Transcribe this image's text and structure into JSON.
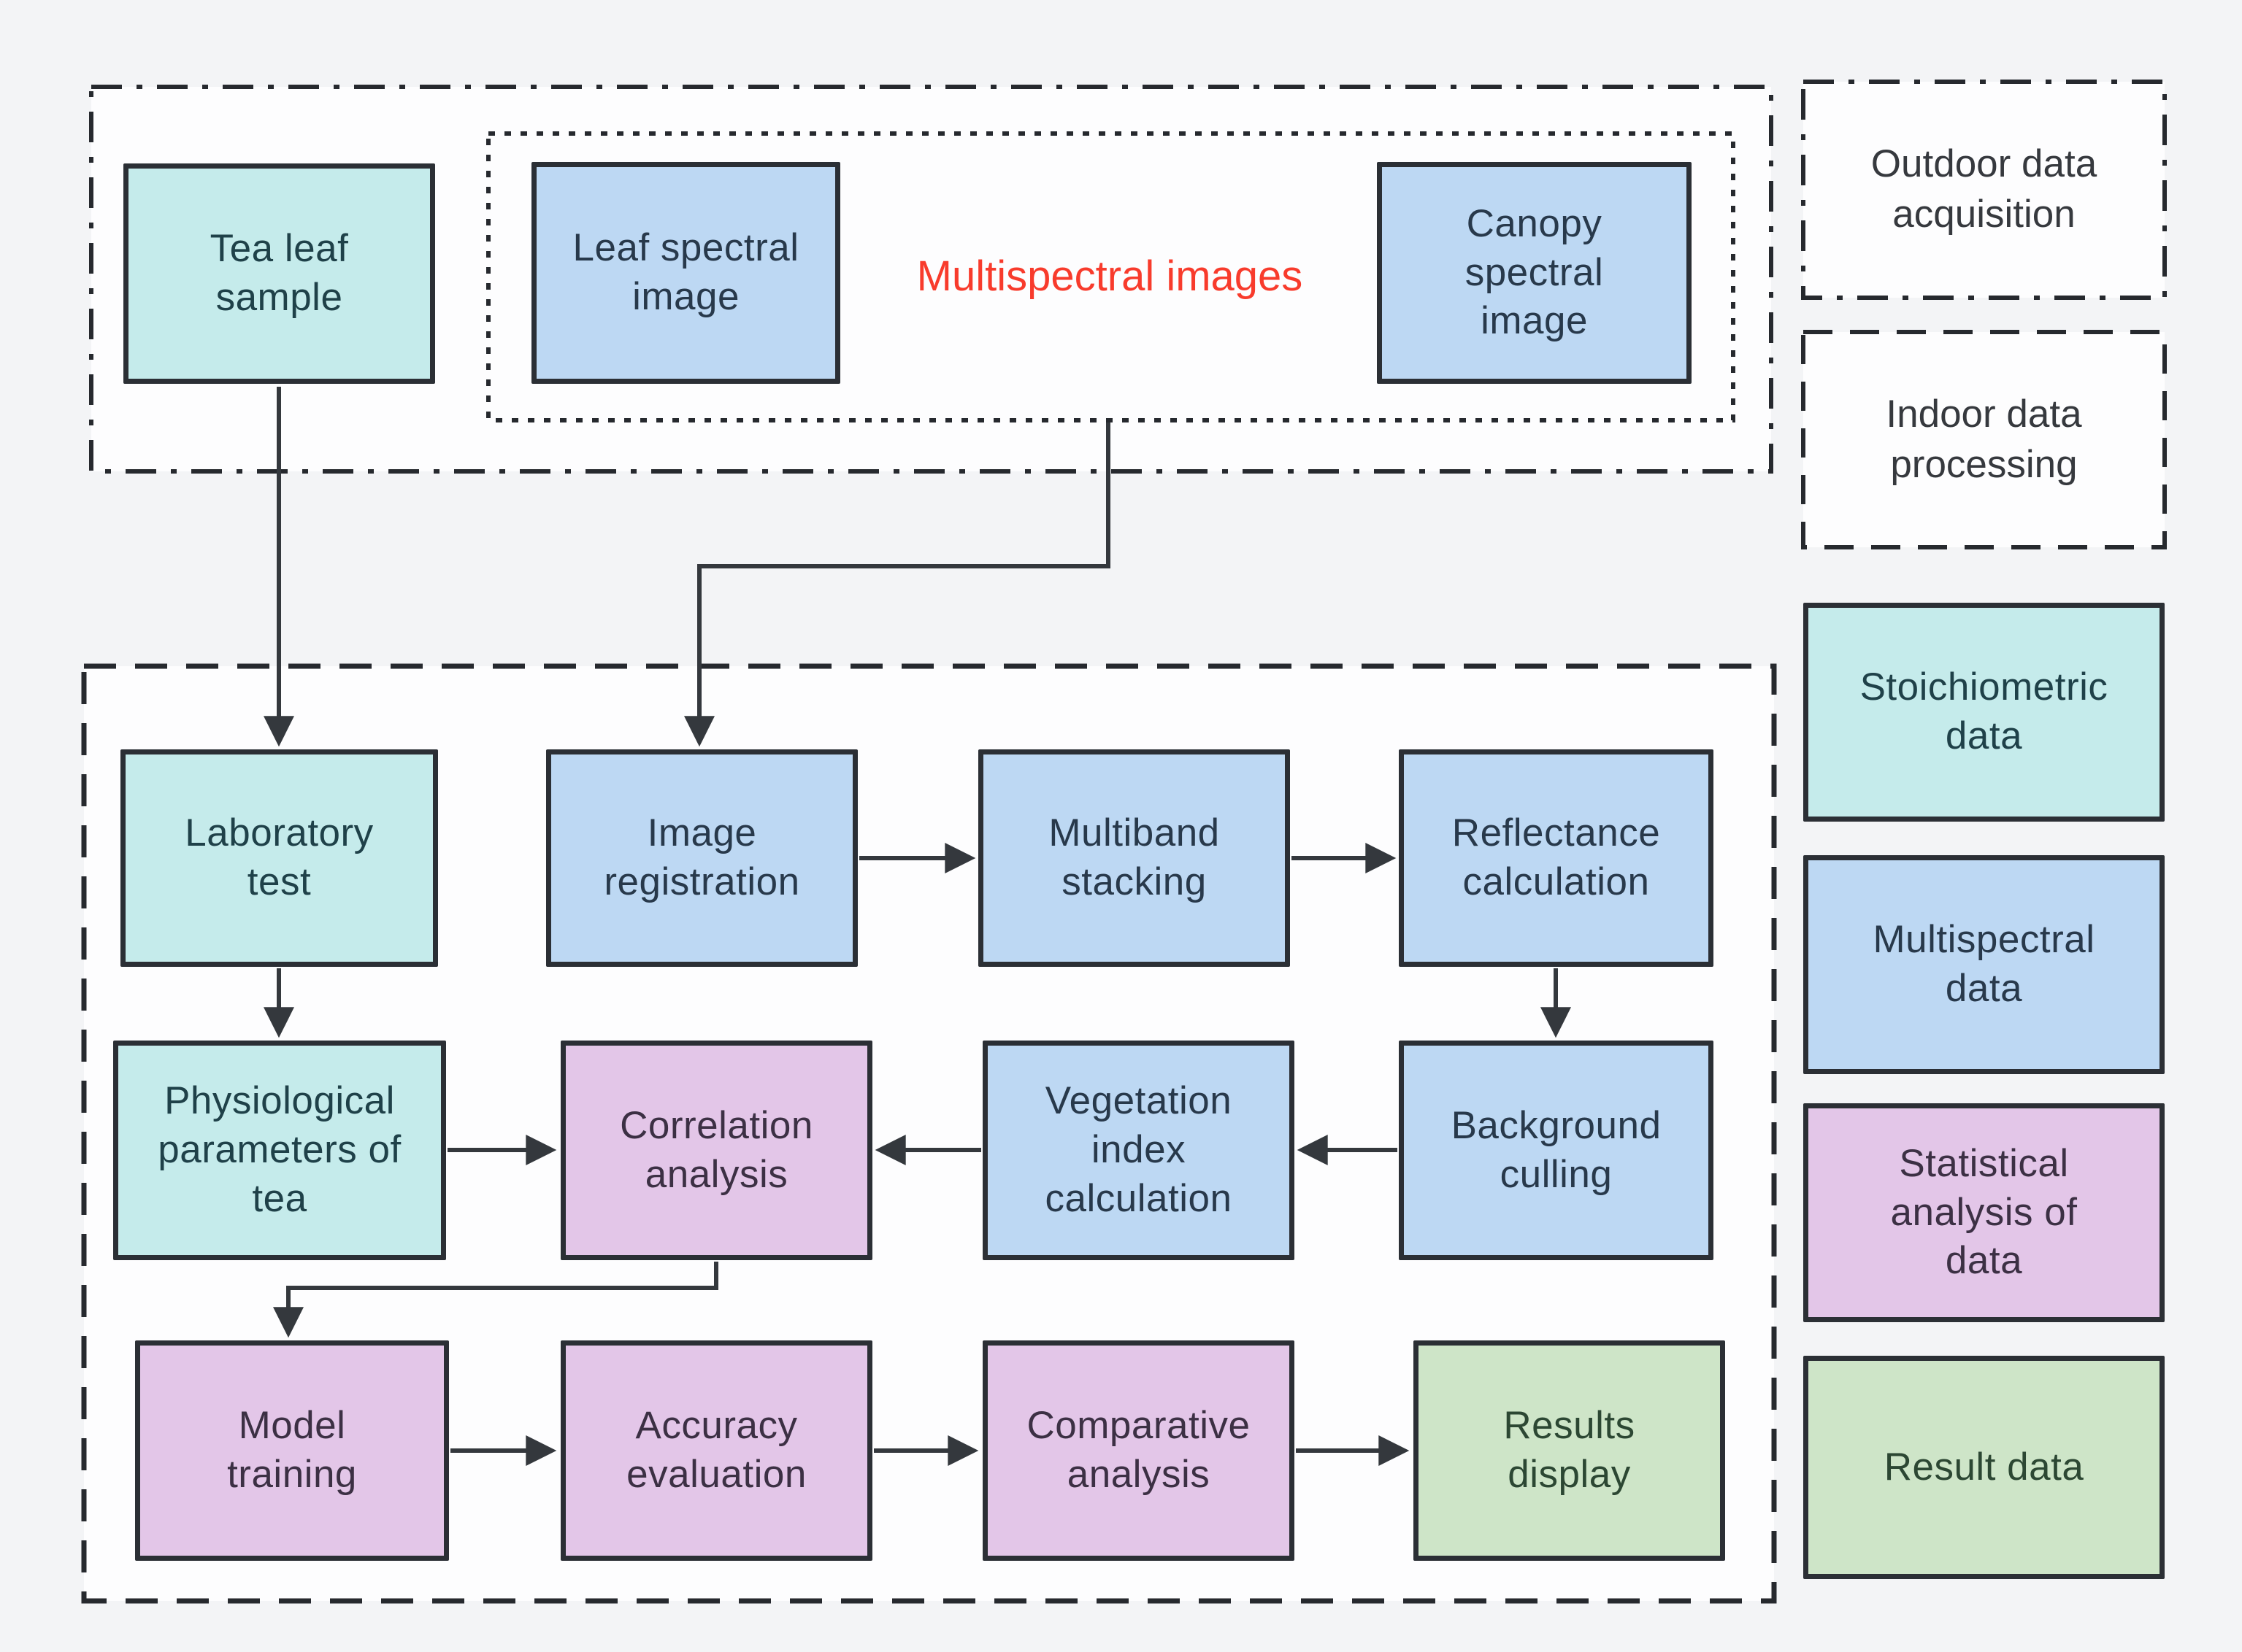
{
  "colors": {
    "background": "#f3f4f6",
    "container_fill": "#fdfdfe",
    "outline_dark": "#2b2f35",
    "arrow": "#34383d",
    "cyan": "#c5ebeb",
    "blue": "#bdd8f3",
    "purple": "#e3c6e8",
    "green": "#cee5c8",
    "red_caption": "#f83b2c",
    "cyan_text": "#1f4149",
    "blue_text": "#28394b",
    "purple_text": "#3c3044",
    "green_text": "#2c4733",
    "legend_text": "#36393e"
  },
  "top_group": {
    "tea_leaf_sample": "Tea leaf\nsample",
    "multispectral_group": {
      "caption": "Multispectral images",
      "leaf_spectral_image": "Leaf spectral\nimage",
      "canopy_spectral_image": "Canopy\nspectral\nimage"
    }
  },
  "process_group": {
    "laboratory_test": "Laboratory\ntest",
    "image_registration": "Image\nregistration",
    "multiband_stacking": "Multiband\nstacking",
    "reflectance_calculation": "Reflectance\ncalculation",
    "physiological_parameters": "Physiological\nparameters of\ntea",
    "correlation_analysis": "Correlation\nanalysis",
    "vegetation_index_calculation": "Vegetation\nindex\ncalculation",
    "background_culling": "Background\nculling",
    "model_training": "Model\ntraining",
    "accuracy_evaluation": "Accuracy\nevaluation",
    "comparative_analysis": "Comparative\nanalysis",
    "results_display": "Results\ndisplay"
  },
  "legend": {
    "outdoor_data_acquisition": "Outdoor data\nacquisition",
    "indoor_data_processing": "Indoor data\nprocessing",
    "stoichiometric_data": "Stoichiometric\ndata",
    "multispectral_data": "Multispectral\ndata",
    "statistical_analysis": "Statistical\nanalysis of\ndata",
    "result_data": "Result data"
  }
}
